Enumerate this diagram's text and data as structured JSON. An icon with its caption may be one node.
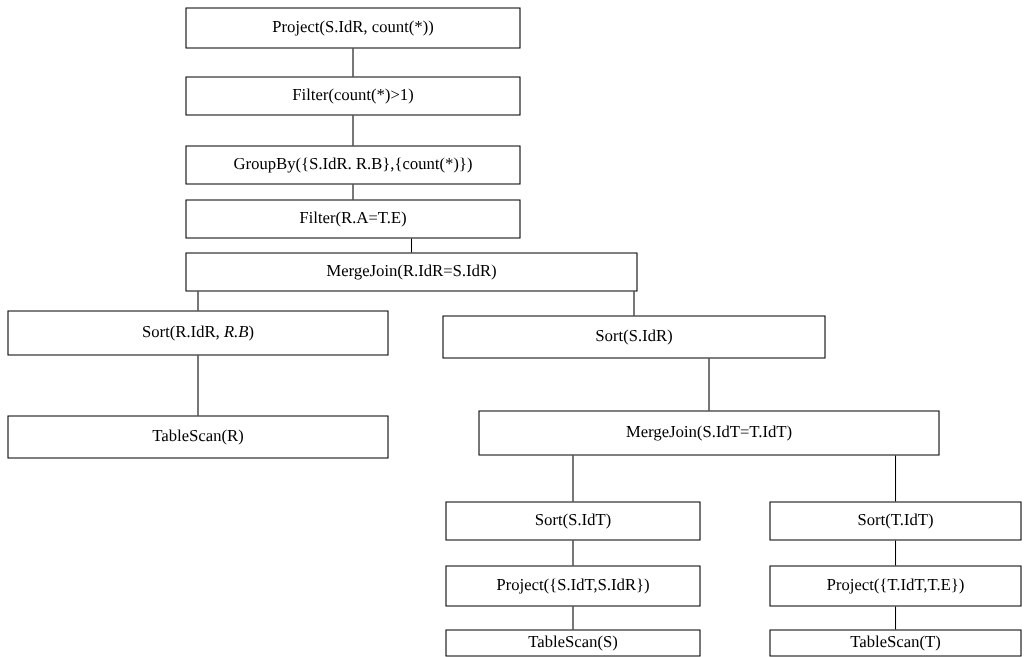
{
  "diagram": {
    "nodes": [
      {
        "text": [
          "Project(S.IdR, count(*))"
        ]
      },
      {
        "text": [
          "Filter(count(*)>1)"
        ]
      },
      {
        "text": [
          "GroupBy({S.IdR. R.B},{count(*)})"
        ]
      },
      {
        "text": [
          "Filter(R.A=T.E)"
        ]
      },
      {
        "text": [
          "MergeJoin(R.IdR=S.IdR)"
        ]
      },
      {
        "text": [
          "Sort(R.IdR, *R.B*)"
        ]
      },
      {
        "text": [
          "Sort(S.IdR)"
        ]
      },
      {
        "text": [
          "TableScan(R)"
        ]
      },
      {
        "text": [
          "MergeJoin(S.IdT=T.IdT)"
        ]
      },
      {
        "text": [
          "Sort(S.IdT)"
        ]
      },
      {
        "text": [
          "Sort(T.IdT)"
        ]
      },
      {
        "text": [
          "Project({S.IdT,S.IdR})"
        ]
      },
      {
        "text": [
          "Project({T.IdT,T.E})"
        ]
      },
      {
        "text": [
          "TableScan(S)"
        ]
      },
      {
        "text": [
          "TableScan(T)"
        ]
      }
    ],
    "edges": [
      {
        "from": 0,
        "to": 1,
        "arrow": "none"
      },
      {
        "from": 1,
        "to": 2,
        "arrow": "none"
      },
      {
        "from": 2,
        "to": 3,
        "arrow": "none"
      },
      {
        "from": 3,
        "to": 4,
        "arrow": "none"
      },
      {
        "from": 4,
        "to": 5,
        "arrow": "none"
      },
      {
        "from": 4,
        "to": 6,
        "arrow": "none"
      },
      {
        "from": 5,
        "to": 7,
        "arrow": "none"
      },
      {
        "from": 6,
        "to": 8,
        "arrow": "none"
      },
      {
        "from": 8,
        "to": 9,
        "arrow": "none"
      },
      {
        "from": 8,
        "to": 10,
        "arrow": "none"
      },
      {
        "from": 9,
        "to": 11,
        "arrow": "none"
      },
      {
        "from": 10,
        "to": 12,
        "arrow": "none"
      },
      {
        "from": 11,
        "to": 13,
        "arrow": "none"
      },
      {
        "from": 12,
        "to": 14,
        "arrow": "none"
      }
    ]
  }
}
